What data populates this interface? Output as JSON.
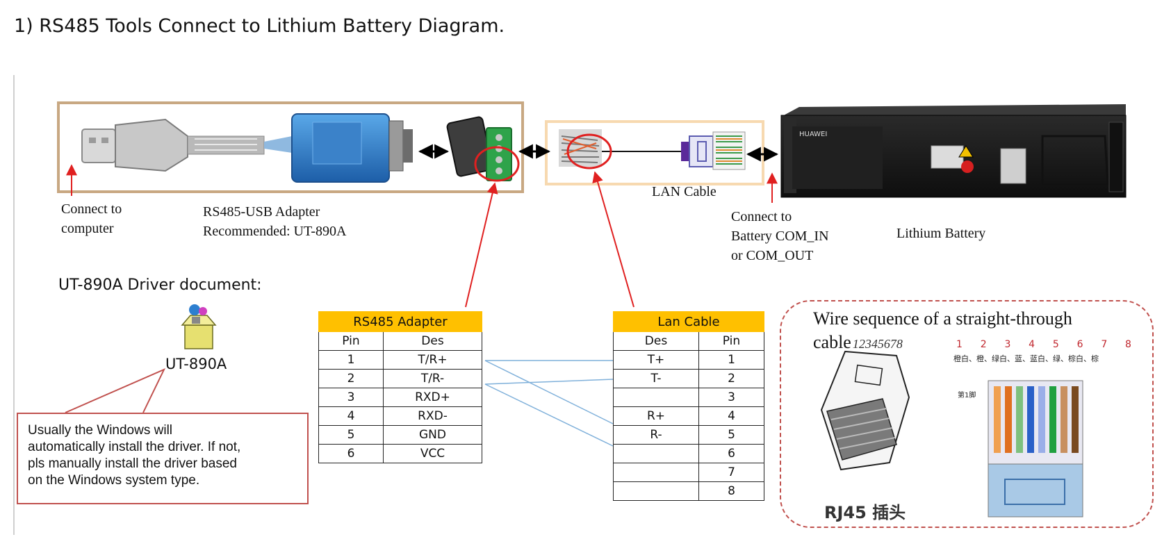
{
  "title": "1) RS485 Tools Connect to Lithium Battery Diagram.",
  "labels": {
    "connect_computer_1": "Connect to",
    "connect_computer_2": "computer",
    "adapter_name": "RS485-USB Adapter",
    "adapter_recommended": "Recommended: UT-890A",
    "lan_cable": "LAN Cable",
    "connect_battery_1": "Connect to",
    "connect_battery_2": "Battery COM_IN",
    "connect_battery_3": "or COM_OUT",
    "lithium_battery": "Lithium Battery",
    "driver_doc": "UT-890A Driver document:",
    "driver_icon_label": "UT-890A",
    "wire_seq_1": "Wire sequence of a straight-through",
    "wire_seq_2": "cable",
    "rj45_digits": "12345678",
    "rj45_label": "RJ45 插头",
    "first_pin_label": "第1脚",
    "battery_brand": "HUAWEI"
  },
  "note": {
    "line1": "Usually the Windows will",
    "line2": "automatically install the driver. If not,",
    "line3": "pls manually install the driver based",
    "line4": "on the Windows system type."
  },
  "rs485_table": {
    "header": "RS485 Adapter",
    "columns": [
      "Pin",
      "Des"
    ],
    "rows": [
      [
        "1",
        "T/R+"
      ],
      [
        "2",
        "T/R-"
      ],
      [
        "3",
        "RXD+"
      ],
      [
        "4",
        "RXD-"
      ],
      [
        "5",
        "GND"
      ],
      [
        "6",
        "VCC"
      ]
    ]
  },
  "lan_table": {
    "header": "Lan Cable",
    "columns": [
      "Des",
      "Pin"
    ],
    "rows": [
      [
        "T+",
        "1"
      ],
      [
        "T-",
        "2"
      ],
      [
        "",
        "3"
      ],
      [
        "R+",
        "4"
      ],
      [
        "R-",
        "5"
      ],
      [
        "",
        "6"
      ],
      [
        "",
        "7"
      ],
      [
        "",
        "8"
      ]
    ]
  },
  "connections": [
    {
      "from": "T/R+",
      "to": "T+"
    },
    {
      "from": "T/R+",
      "to": "R+"
    },
    {
      "from": "T/R-",
      "to": "T-"
    },
    {
      "from": "T/R-",
      "to": "R-"
    }
  ],
  "pin_numbers": [
    "1",
    "2",
    "3",
    "4",
    "5",
    "6",
    "7",
    "8"
  ],
  "pin_colors_text": "橙白、橙、绿白、蓝、蓝白、绿、棕白、棕",
  "colors": {
    "table_header": "#ffc000",
    "arrow_red": "#e02020",
    "link_blue": "#7fb0da",
    "note_border": "#c0504d",
    "frame_tan": "#c8a882",
    "frame_light": "#f7d9b0"
  }
}
